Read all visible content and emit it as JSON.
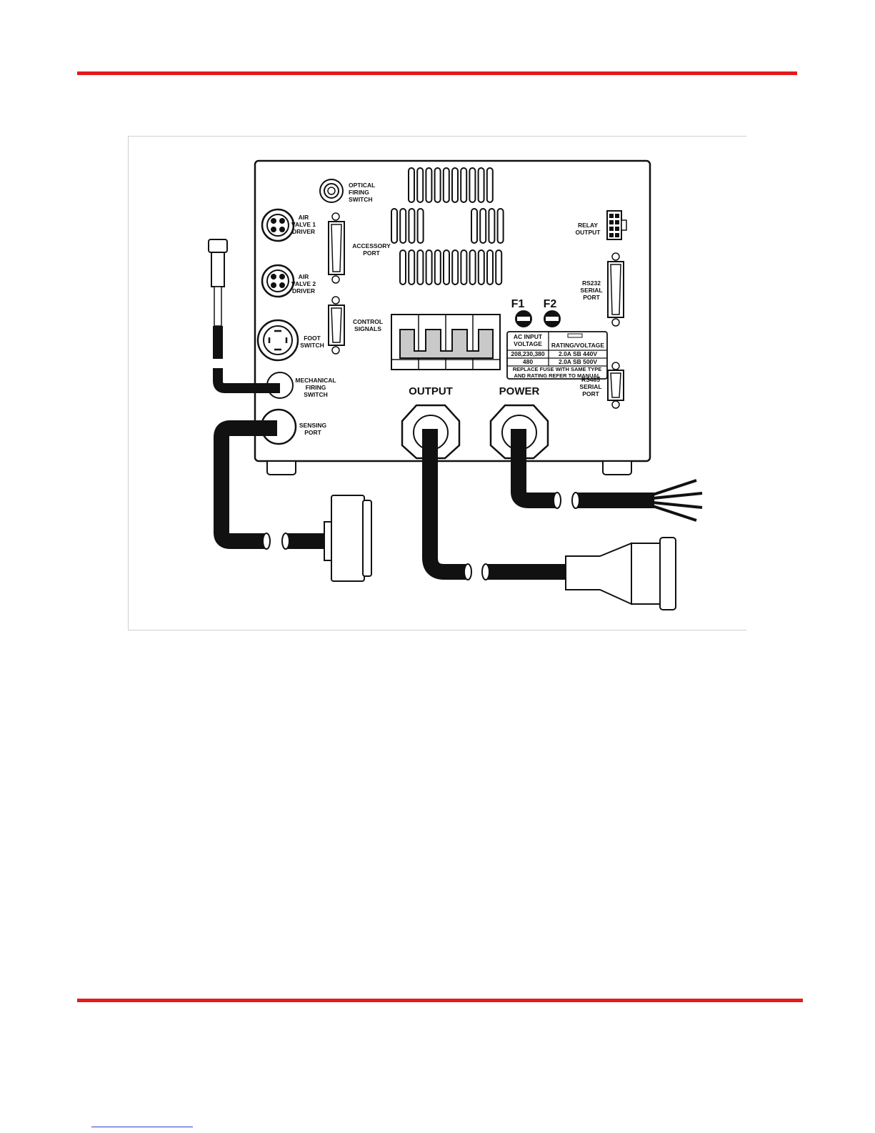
{
  "labels": {
    "optical_firing_switch": [
      "OPTICAL",
      "FIRING",
      "SWITCH"
    ],
    "air_valve_1_driver": [
      "AIR",
      "VALVE 1",
      "DRIVER"
    ],
    "accessory_port": [
      "ACCESSORY",
      "PORT"
    ],
    "air_valve_2_driver": [
      "AIR",
      "VALVE 2",
      "DRIVER"
    ],
    "control_signals": [
      "CONTROL",
      "SIGNALS"
    ],
    "foot_switch": [
      "FOOT",
      "SWITCH"
    ],
    "mechanical_firing_switch": [
      "MECHANICAL",
      "FIRING",
      "SWITCH"
    ],
    "sensing_port": [
      "SENSING",
      "PORT"
    ],
    "relay_output": [
      "RELAY",
      "OUTPUT"
    ],
    "rs232_serial_port": [
      "RS232",
      "SERIAL",
      "PORT"
    ],
    "rs485_serial_port": [
      "RS485",
      "SERIAL",
      "PORT"
    ],
    "output": "OUTPUT",
    "power": "POWER",
    "fuse_1": "F1",
    "fuse_2": "F2"
  },
  "fuse_table": {
    "header_left": [
      "AC INPUT",
      "VOLTAGE"
    ],
    "header_right": "RATING/VOLTAGE",
    "rows": [
      [
        "208,230,380",
        "2.0A SB 440V"
      ],
      [
        "480",
        "2.0A SB 500V"
      ]
    ],
    "note": [
      "REPLACE FUSE WITH SAME TYPE",
      "AND RATING    REFER TO MANUAL"
    ]
  },
  "colors": {
    "rule": "#e31b1b",
    "ink": "#111111",
    "link": "#2b3fd6"
  }
}
